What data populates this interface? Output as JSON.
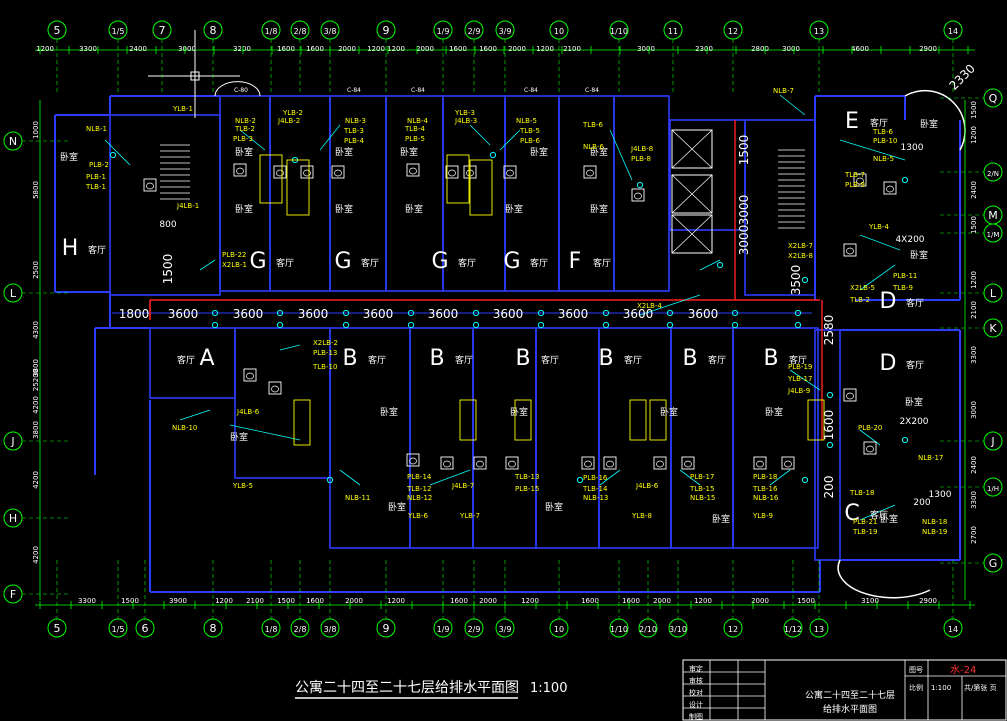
{
  "drawing": {
    "title": "公寓二十四至二十七层给排水平面图",
    "scale": "1:100",
    "title_block": {
      "sheet_no_label": "图号",
      "sheet_no": "水-24",
      "scale_label": "比例",
      "scale": "1:100",
      "sheets": "共/第张 页",
      "drawing_name_line1": "公寓二十四至二十七层",
      "drawing_name_line2": "给排水平面图",
      "row_labels": [
        "审定",
        "审核",
        "校对",
        "设计",
        "制图"
      ]
    }
  },
  "colors": {
    "background": "#000000",
    "walls": "#2d3cff",
    "dim": "#00ff00",
    "axis": "#00ff00",
    "text": "#ffffff",
    "labels": "#ffff00",
    "pipes": "#00ffff",
    "main_pipe": "#ff2020",
    "fixtures": "#ffffff"
  },
  "axes": {
    "top": [
      "5",
      "1/5",
      "7",
      "8",
      "1/8",
      "2/8",
      "3/8",
      "9",
      "1/9",
      "2/9",
      "3/9",
      "10",
      "1/10",
      "11",
      "12",
      "13",
      "14"
    ],
    "bottom": [
      "5",
      "1/5",
      "6",
      "8",
      "1/8",
      "2/8",
      "3/8",
      "9",
      "1/9",
      "2/9",
      "3/9",
      "10",
      "1/10",
      "2/10",
      "3/10",
      "12",
      "1/12",
      "13",
      "14"
    ],
    "left": [
      "N",
      "L",
      "J",
      "H",
      "F"
    ],
    "right": [
      "Q",
      "2/N",
      "M",
      "1/M",
      "L",
      "K",
      "J",
      "1/H",
      "G"
    ]
  },
  "dimensions": {
    "top": [
      "1200",
      "3300",
      "2400",
      "3000",
      "3200",
      "1600",
      "1600",
      "2000",
      "1200",
      "1200",
      "2000",
      "1600",
      "1600",
      "2000",
      "1200",
      "2100",
      "3000",
      "2300",
      "2800",
      "3000",
      "4600",
      "2900"
    ],
    "bottom": [
      "3300",
      "1500",
      "3900",
      "1200",
      "2100",
      "1500",
      "1600",
      "2000",
      "1200",
      "1600",
      "2000",
      "1200",
      "1600",
      "1600",
      "2000",
      "1200",
      "2000",
      "1500",
      "3100",
      "2900"
    ],
    "corridor": [
      "1800",
      "3600",
      "3600",
      "3600",
      "3600",
      "3600",
      "3600",
      "3600",
      "3600",
      "3600"
    ],
    "left": [
      "1000",
      "5800",
      "2500",
      "4300",
      "3800",
      "25200",
      "4200",
      "3800",
      "4200",
      "4200"
    ],
    "right": [
      "1500",
      "1200",
      "2400",
      "1500",
      "1200",
      "2100",
      "3300",
      "3000",
      "2400",
      "3300",
      "2700"
    ],
    "misc": [
      "1500",
      "3000",
      "3000",
      "3500",
      "2580",
      "1600",
      "200",
      "1300",
      "200",
      "1300",
      "2X200",
      "4X200",
      "1500",
      "800",
      "2330"
    ]
  },
  "units": [
    {
      "letter": "H",
      "room": "客厅"
    },
    {
      "letter": "G",
      "room": "客厅"
    },
    {
      "letter": "G",
      "room": "客厅"
    },
    {
      "letter": "G",
      "room": "客厅"
    },
    {
      "letter": "G",
      "room": "客厅"
    },
    {
      "letter": "F",
      "room": "客厅"
    },
    {
      "letter": "E",
      "room": "客厅"
    },
    {
      "letter": "D",
      "room": "客厅"
    },
    {
      "letter": "A",
      "room": "客厅"
    },
    {
      "letter": "B",
      "room": "客厅"
    },
    {
      "letter": "B",
      "room": "客厅"
    },
    {
      "letter": "B",
      "room": "客厅"
    },
    {
      "letter": "B",
      "room": "客厅"
    },
    {
      "letter": "B",
      "room": "客厅"
    },
    {
      "letter": "B",
      "room": "客厅"
    },
    {
      "letter": "D",
      "room": "客厅"
    },
    {
      "letter": "C",
      "room": "客厅"
    }
  ],
  "rooms": [
    "卧室",
    "卧室",
    "卧室",
    "卧室",
    "卧室",
    "卧室",
    "卧室",
    "卧室",
    "卧室",
    "卧室",
    "卧室",
    "卧室",
    "卧室",
    "卧室",
    "卧室",
    "卧室",
    "卧室",
    "卧室",
    "卧室",
    "卧室",
    "卧室",
    "卧室",
    "卧室"
  ],
  "pipe_labels": [
    "YLB-1",
    "NLB-1",
    "PLB-2",
    "PLB-1",
    "TLB-1",
    "J4LB-1",
    "YLB-2",
    "NLB-2",
    "TLB-2",
    "PLB-3",
    "J4LB-2",
    "NLB-3",
    "TLB-3",
    "PLB-4",
    "NLB-4",
    "TLB-4",
    "PLB-5",
    "J4LB-3",
    "YLB-3",
    "NLB-5",
    "TLB-5",
    "PLB-6",
    "TLB-6",
    "NLB-6",
    "J4LB-8",
    "PLB-8",
    "NLB-7",
    "TLB-6",
    "PLB-10",
    "NLB-5",
    "TLB-7",
    "PLB-9",
    "YLB-4",
    "PLB-22",
    "X2LB-1",
    "X2LB-7",
    "X2LB-8",
    "PLB-11",
    "TLB-9",
    "X2LB-5",
    "TLB-2",
    "X2LB-4",
    "X2LB-2",
    "PLB-13",
    "TLB-10",
    "J4LB-6",
    "NLB-10",
    "YLB-5",
    "PLB-14",
    "TLB-12",
    "NLB-12",
    "J4LB-7",
    "TLB-13",
    "NLB-11",
    "YLB-6",
    "YLB-7",
    "PLB-15",
    "TLB-14",
    "NLB-13",
    "PLB-16",
    "YLB-8",
    "PLB-17",
    "TLB-15",
    "NLB-15",
    "J4LB-6",
    "PLB-18",
    "TLB-16",
    "NLB-16",
    "YLB-9",
    "PLB-19",
    "YLB-17",
    "J4LB-9",
    "PLB-20",
    "NLB-17",
    "TLB-18",
    "NLB-18",
    "PLB-21",
    "TLB-19",
    "NLB-19",
    "C-80",
    "C-84",
    "C-84",
    "C-84",
    "C-84"
  ]
}
